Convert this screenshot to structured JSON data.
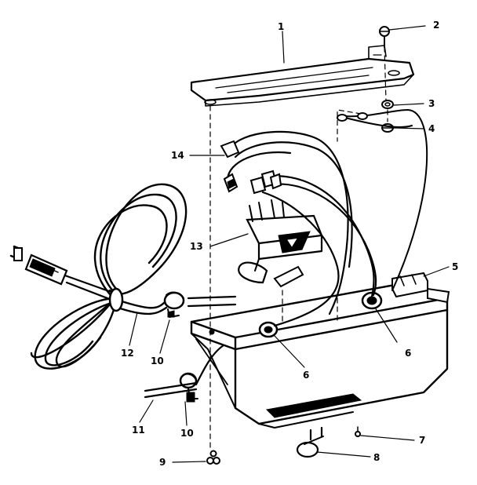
{
  "callouts": {
    "c1": "1",
    "c2": "2",
    "c3": "3",
    "c4": "4",
    "c5": "5",
    "c6a": "6",
    "c6b": "6",
    "c7": "7",
    "c8": "8",
    "c9": "9",
    "c10a": "10",
    "c10b": "10",
    "c11": "11",
    "c12": "12",
    "c13": "13",
    "c14": "14"
  }
}
